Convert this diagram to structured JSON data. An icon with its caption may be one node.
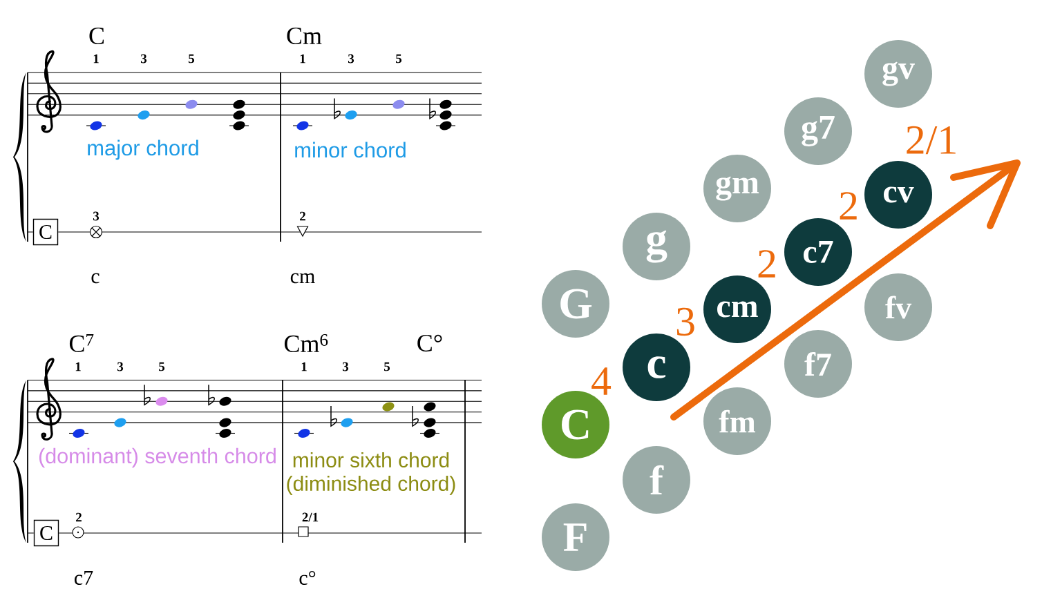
{
  "diagram": {
    "nodes": [
      {
        "text": [
          "C"
        ]
      },
      {
        "text": [
          "C"
        ]
      },
      {
        "text": [
          "G"
        ]
      },
      {
        "text": [
          "C"
        ]
      },
      {
        "text": [
          "F"
        ]
      },
      {
        "text": [
          "g"
        ]
      },
      {
        "text": [
          "c"
        ]
      },
      {
        "text": [
          "f"
        ]
      },
      {
        "text": [
          "gm"
        ]
      },
      {
        "text": [
          "cm"
        ]
      },
      {
        "text": [
          "fm"
        ]
      },
      {
        "text": [
          "g7"
        ]
      },
      {
        "text": [
          "c7"
        ]
      },
      {
        "text": [
          "f7"
        ]
      },
      {
        "text": [
          "gv"
        ]
      },
      {
        "text": [
          "cv"
        ]
      },
      {
        "text": [
          "fv"
        ]
      }
    ],
    "labels": [
      "C",
      "Cm",
      "1",
      "3",
      "5",
      "1",
      "3",
      "5",
      "major chord",
      "minor chord",
      "3",
      "2",
      "c",
      "cm",
      "C$^{7}$",
      "Cm$^{6}$",
      "C°",
      "1",
      "3",
      "5",
      "1",
      "3",
      "5",
      "(dominant) seventh chord",
      "minor sixth chord",
      "(diminished chord)",
      "2",
      "2/1",
      "c7",
      "c°",
      "2/1",
      "2",
      "2",
      "3",
      "4"
    ]
  }
}
